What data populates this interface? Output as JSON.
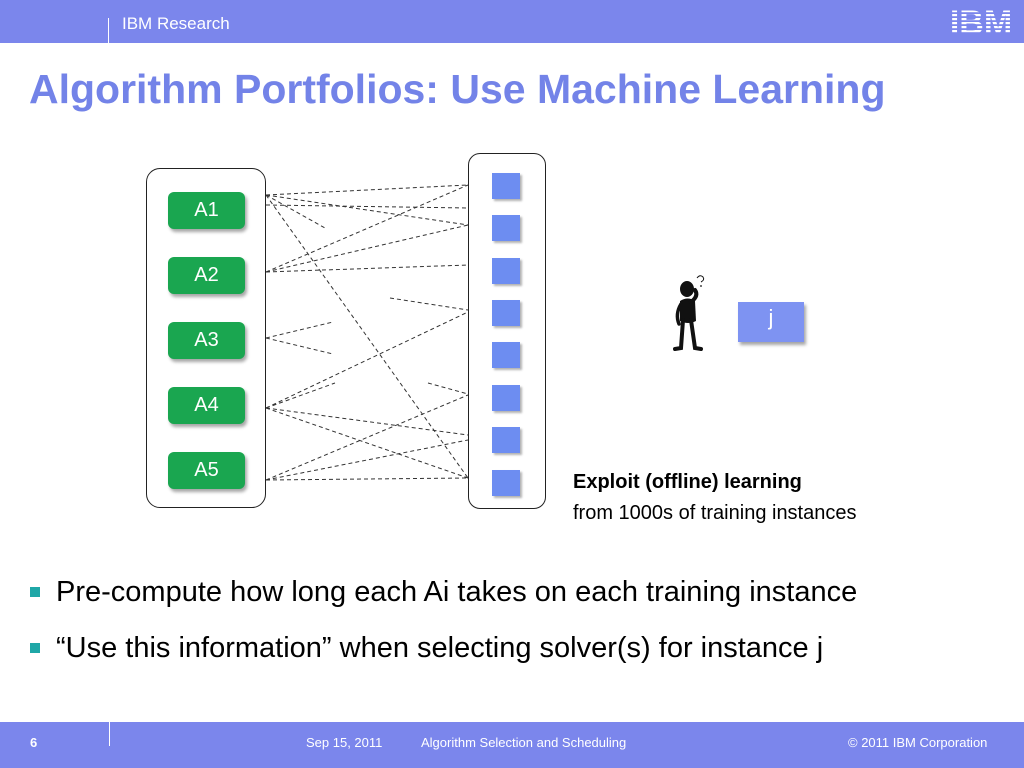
{
  "header": {
    "org": "IBM Research",
    "logo_text": "IBM"
  },
  "title": "Algorithm Portfolios: Use Machine Learning",
  "diagram": {
    "algorithms": [
      "A1",
      "A2",
      "A3",
      "A4",
      "A5"
    ],
    "instance_count": 8,
    "query_instance": "j"
  },
  "exploit": {
    "title": "Exploit (offline) learning",
    "subtitle": "from 1000s of training instances"
  },
  "bullets": [
    "Pre-compute how long each Ai takes on each training instance",
    "“Use this information” when selecting solver(s) for instance j"
  ],
  "footer": {
    "page": "6",
    "date": "Sep 15, 2011",
    "topic": "Algorithm Selection and Scheduling",
    "copyright": "© 2011 IBM Corporation"
  },
  "colors": {
    "bar": "#7b86ec",
    "title": "#7383e8",
    "pill": "#1aa650",
    "instance": "#6d8df1",
    "bullet": "#1fa7a7"
  }
}
